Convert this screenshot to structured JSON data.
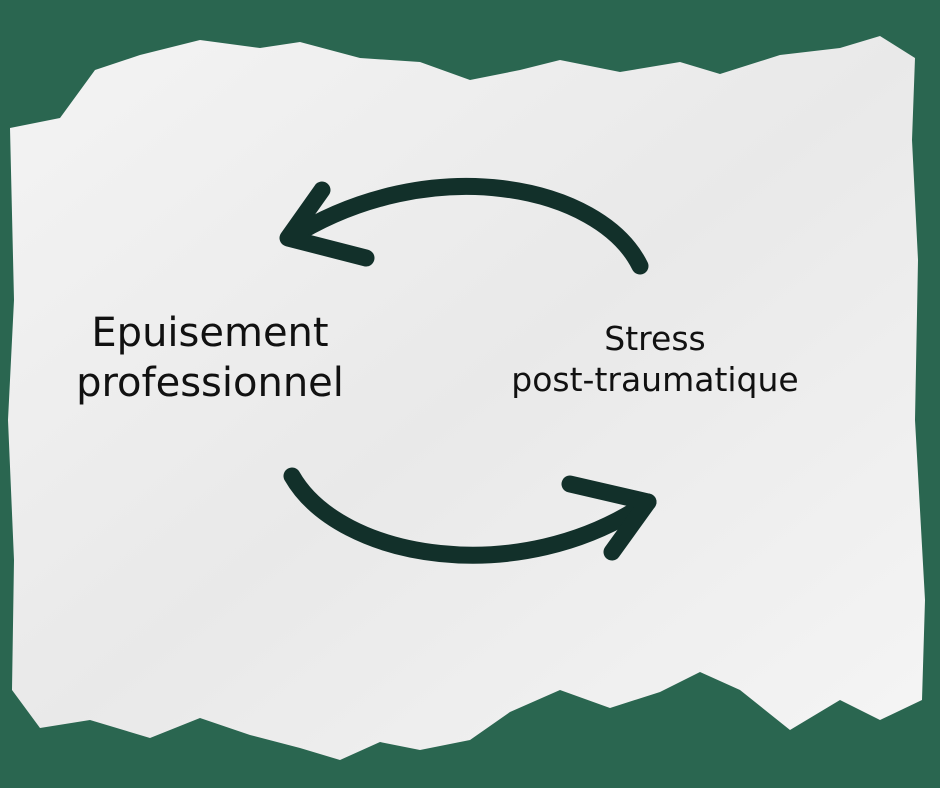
{
  "diagram": {
    "left_node": {
      "line1": "Epuisement",
      "line2": "professionnel"
    },
    "right_node": {
      "line1": "Stress",
      "line2": "post-traumatique"
    }
  },
  "colors": {
    "background": "#2a6650",
    "paper": "#f1f1f1",
    "arrow": "#12302a"
  }
}
